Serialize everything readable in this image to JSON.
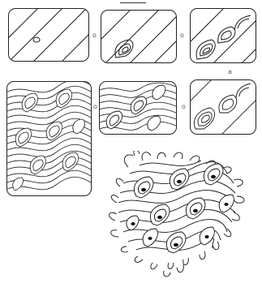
{
  "title": "",
  "arrows": {
    "step1_to_2": "o",
    "step2_to_3": "o",
    "step3_to_4": "a",
    "step4_to_5": "o",
    "step5_to_6": "o"
  },
  "colors": {
    "ink": "#1a1a1a",
    "paper": "#ffffff"
  }
}
